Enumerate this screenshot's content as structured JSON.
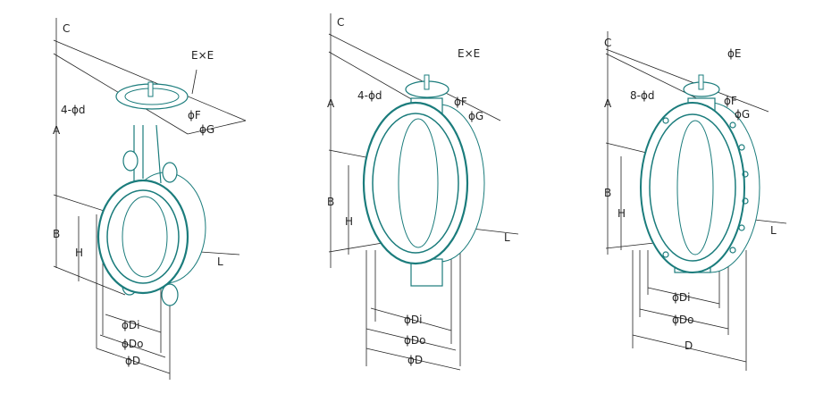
{
  "colors": {
    "line": "#1b7c7c",
    "dimension": "#222222"
  },
  "valves": [
    {
      "labels": {
        "c": "C",
        "a": "A",
        "b": "B",
        "h": "H",
        "e": "E×E",
        "d_holes": "4-ϕd",
        "f": "ϕF",
        "g": "ϕG",
        "l": "L",
        "di": "ϕDi",
        "do": "ϕDo",
        "d": "ϕD"
      }
    },
    {
      "labels": {
        "c": "C",
        "a": "A",
        "b": "B",
        "h": "H",
        "e": "E×E",
        "d_holes": "4-ϕd",
        "f": "ϕF",
        "g": "ϕG",
        "l": "L",
        "di": "ϕDi",
        "do": "ϕDo",
        "d": "ϕD"
      }
    },
    {
      "labels": {
        "c": "C",
        "a": "A",
        "b": "B",
        "h": "H",
        "e": "ϕE",
        "d_holes": "8-ϕd",
        "f": "ϕF",
        "g": "ϕG",
        "l": "L",
        "di": "ϕDi",
        "do": "ϕDo",
        "d": "D"
      }
    }
  ]
}
